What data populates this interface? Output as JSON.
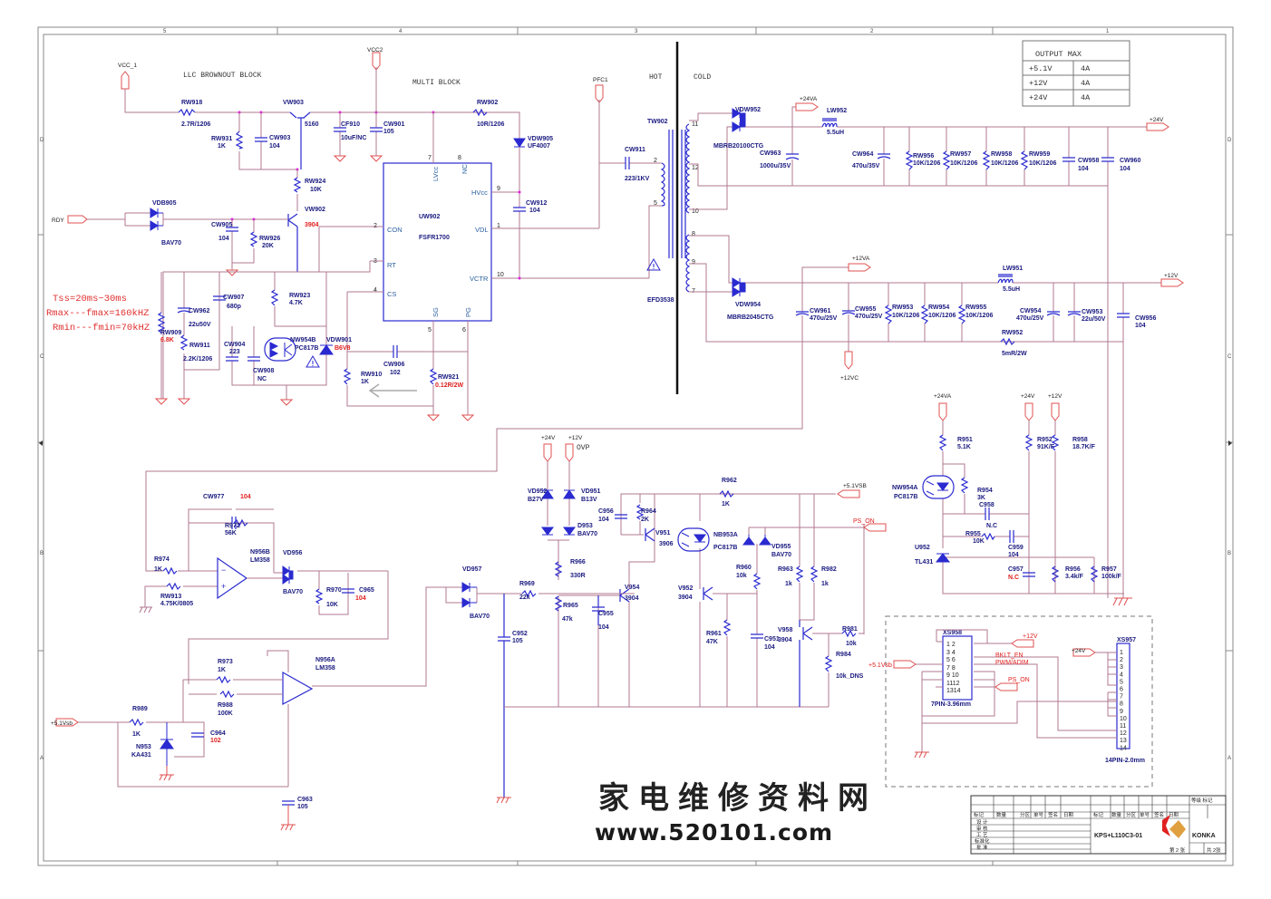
{
  "frame": {
    "columns": [
      "5",
      "4",
      "3",
      "2",
      "1"
    ],
    "rows": [
      "D",
      "C",
      "B",
      "A"
    ]
  },
  "blocks": {
    "llc_brownout": "LLC BROWNOUT BLOCK",
    "multi": "MULTI BLOCK",
    "hot": "HOT",
    "cold": "COLD",
    "ovp": "OVP"
  },
  "notes": {
    "tss": "Tss=20ms~30ms",
    "rmax": "Rmax---fmax=160kHZ",
    "rmin": "Rmin---fmin=70kHZ"
  },
  "output_table": {
    "title": "OUTPUT MAX",
    "rows": [
      {
        "rail": "+5.1V",
        "current": "4A"
      },
      {
        "rail": "+12V",
        "current": "4A"
      },
      {
        "rail": "+24V",
        "current": "4A"
      }
    ]
  },
  "nets": {
    "vcc1": "VCC_1",
    "vcc2": "VCC2",
    "pfc1": "PFC1",
    "rdy": "RDY",
    "p24va": "+24VA",
    "p24v": "+24V",
    "p12va": "+12VA",
    "p12v": "+12V",
    "p12vc": "+12VC",
    "p51vsb": "+5.1VSB",
    "p51vsb2": "+5.1Vsb",
    "ps_on": "PS_ON",
    "bklt_en": "BKLT_EN",
    "pwm_adim": "PWM/ADIM"
  },
  "ic": {
    "ref": "UW902",
    "part": "FSFR1700",
    "pins": {
      "con": "CON",
      "rt": "RT",
      "cs": "CS",
      "lvcc": "LVcc",
      "nc": "NC",
      "hvcc": "HVcc",
      "vdl": "VDL",
      "vctr": "VCTR",
      "sg": "SG",
      "pg": "PG"
    },
    "pin_numbers": {
      "con": "2",
      "rt": "3",
      "cs": "4",
      "lvcc": "7",
      "nc": "8",
      "hvcc": "9",
      "vdl": "1",
      "vctr": "10",
      "sg": "5",
      "pg": "6"
    }
  },
  "transformer": {
    "ref": "TW902",
    "part": "EFD3538",
    "pins": [
      "2",
      "5",
      "11",
      "12",
      "10",
      "8",
      "9",
      "7"
    ]
  },
  "components": {
    "rw918": {
      "ref": "RW918",
      "val": "2.7R/1206"
    },
    "vw903": {
      "ref": "VW903",
      "val": "5160"
    },
    "rw931": {
      "ref": "RW931",
      "val": "1K"
    },
    "cw903": {
      "ref": "CW903",
      "val": "104"
    },
    "cf910": {
      "ref": "CF910",
      "val": "10uF/NC"
    },
    "cw901": {
      "ref": "CW901",
      "val": "105"
    },
    "rw924": {
      "ref": "RW924",
      "val": "10K"
    },
    "vdb905": {
      "ref": "VDB905",
      "val": "BAV70"
    },
    "vw902": {
      "ref": "VW902",
      "val": "3904"
    },
    "cw905": {
      "ref": "CW905",
      "val": "104"
    },
    "rw926": {
      "ref": "RW926",
      "val": "20K"
    },
    "rw902": {
      "ref": "RW902",
      "val": "10R/1206"
    },
    "vdw905": {
      "ref": "VDW905",
      "val": "UF4007"
    },
    "cw912": {
      "ref": "CW912",
      "val": "104"
    },
    "cw911": {
      "ref": "CW911",
      "val": "223/1KV"
    },
    "cw962": {
      "ref": "CW962",
      "val": "22u50V"
    },
    "cw907": {
      "ref": "CW907",
      "val": "680p"
    },
    "rw923": {
      "ref": "RW923",
      "val": "4.7K"
    },
    "rw909": {
      "ref": "RW909",
      "val": "6.8K"
    },
    "rw911": {
      "ref": "RW911",
      "val": "2.2K/1206"
    },
    "cw904": {
      "ref": "CW904",
      "val": "223"
    },
    "cw908": {
      "ref": "CW908",
      "val": "NC"
    },
    "nw954b": {
      "ref": "NW954B",
      "val": "PC817B"
    },
    "vdw901": {
      "ref": "VDW901",
      "val": "B6V8"
    },
    "cw906": {
      "ref": "CW906",
      "val": "102"
    },
    "rw910": {
      "ref": "RW910",
      "val": "1K"
    },
    "rw921": {
      "ref": "RW921",
      "val": "0.12R/2W"
    },
    "vdw952": {
      "ref": "VDW952",
      "val": "MBRB20100CTG"
    },
    "lw952": {
      "ref": "LW952",
      "val": "5.5uH"
    },
    "cw963": {
      "ref": "CW963",
      "val": "1000u/35V"
    },
    "cw964": {
      "ref": "CW964",
      "val": "470u/35V"
    },
    "rw956": {
      "ref": "RW956",
      "val": "10K/1206"
    },
    "rw957": {
      "ref": "RW957",
      "val": "10K/1206"
    },
    "rw958": {
      "ref": "RW958",
      "val": "10K/1206"
    },
    "rw959": {
      "ref": "RW959",
      "val": "10K/1206"
    },
    "cw958": {
      "ref": "CW958",
      "val": "104"
    },
    "cw960": {
      "ref": "CW960",
      "val": "104"
    },
    "vdw954": {
      "ref": "VDW954",
      "val": "MBRB2045CTG"
    },
    "cw961": {
      "ref": "CW961",
      "val": "470u/25V"
    },
    "cw955": {
      "ref": "CW955",
      "val": "470u/25V"
    },
    "rw953": {
      "ref": "RW953",
      "val": "10K/1206"
    },
    "rw954": {
      "ref": "RW954",
      "val": "10K/1206"
    },
    "rw955": {
      "ref": "RW955",
      "val": "10K/1206"
    },
    "lw951": {
      "ref": "LW951",
      "val": "5.5uH"
    },
    "cw954": {
      "ref": "CW954",
      "val": "470u/25V"
    },
    "cw953": {
      "ref": "CW953",
      "val": "22u/50V"
    },
    "cw956": {
      "ref": "CW956",
      "val": "104"
    },
    "rw952": {
      "ref": "RW952",
      "val": "5mR/2W"
    },
    "r951": {
      "ref": "R951",
      "val": "5.1K"
    },
    "r952": {
      "ref": "R952",
      "val": "91K/F"
    },
    "r958": {
      "ref": "R958",
      "val": "18.7K/F"
    },
    "nw954a": {
      "ref": "NW954A",
      "val": "PC817B"
    },
    "r954": {
      "ref": "R954",
      "val": "3K"
    },
    "c958": {
      "ref": "C958",
      "val": "N.C"
    },
    "r955": {
      "ref": "R955",
      "val": "10K"
    },
    "c959": {
      "ref": "C959",
      "val": "104"
    },
    "u952": {
      "ref": "U952",
      "val": "TL431"
    },
    "c957": {
      "ref": "C957",
      "val": "N.C"
    },
    "r956": {
      "ref": "R956",
      "val": "3.4k/F"
    },
    "r957": {
      "ref": "R957",
      "val": "100k/F"
    },
    "cw977": {
      "ref": "CW977",
      "val": "104"
    },
    "r972": {
      "ref": "R972",
      "val": "56K"
    },
    "r974": {
      "ref": "R974",
      "val": "1K"
    },
    "rw913": {
      "ref": "RW913",
      "val": "4.75K/0805"
    },
    "n956b": {
      "ref": "N956B",
      "val": "LM358"
    },
    "vd956": {
      "ref": "VD956",
      "val": "BAV70"
    },
    "r970": {
      "ref": "R970",
      "val": "10K"
    },
    "c965": {
      "ref": "C965",
      "val": "104"
    },
    "n956a": {
      "ref": "N956A",
      "val": "LM358"
    },
    "r973": {
      "ref": "R973",
      "val": "1K"
    },
    "r988": {
      "ref": "R988",
      "val": "100K"
    },
    "r989": {
      "ref": "R989",
      "val": "1K"
    },
    "n953": {
      "ref": "N953",
      "val": "KA431"
    },
    "c964": {
      "ref": "C964",
      "val": "102"
    },
    "c963": {
      "ref": "C963",
      "val": "105"
    },
    "vd952": {
      "ref": "VD952",
      "val": "B27V"
    },
    "vd951": {
      "ref": "VD951",
      "val": "B13V"
    },
    "d953": {
      "ref": "D953",
      "val": "BAV70"
    },
    "c956": {
      "ref": "C956",
      "val": "104"
    },
    "r964": {
      "ref": "R964",
      "val": "2K"
    },
    "v951": {
      "ref": "V951",
      "val": "3906"
    },
    "r966": {
      "ref": "R966",
      "val": "330R"
    },
    "vd957": {
      "ref": "VD957",
      "val": "BAV70"
    },
    "r969": {
      "ref": "R969",
      "val": "22k"
    },
    "r965": {
      "ref": "R965",
      "val": "47k"
    },
    "v954": {
      "ref": "V954",
      "val": "3904"
    },
    "c955": {
      "ref": "C955",
      "val": "104"
    },
    "c952": {
      "ref": "C952",
      "val": "105"
    },
    "r962": {
      "ref": "R962",
      "val": "1K"
    },
    "nb953a": {
      "ref": "NB953A",
      "val": "PC817B"
    },
    "vd955": {
      "ref": "VD955",
      "val": "BAV70"
    },
    "r960": {
      "ref": "R960",
      "val": "10k"
    },
    "r963": {
      "ref": "R963",
      "val": "1k"
    },
    "r982": {
      "ref": "R982",
      "val": "1k"
    },
    "v952": {
      "ref": "V952",
      "val": "3904"
    },
    "r961": {
      "ref": "R961",
      "val": "47K"
    },
    "c951": {
      "ref": "C951",
      "val": "104"
    },
    "v958": {
      "ref": "V958",
      "val": "3904"
    },
    "r981": {
      "ref": "R981",
      "val": "10k"
    },
    "r984": {
      "ref": "R984",
      "val": "10k_DNS"
    }
  },
  "connectors": {
    "xs958": {
      "ref": "XS958",
      "val": "7PIN-3.96mm",
      "pins": [
        "1  2",
        "3  4",
        "5  6",
        "7  8",
        "9 10",
        "1112",
        "1314"
      ]
    },
    "xs957": {
      "ref": "XS957",
      "val": "14PIN-2.0mm",
      "pins": [
        "1",
        "2",
        "3",
        "4",
        "5",
        "6",
        "7",
        "8",
        "9",
        "10",
        "11",
        "12",
        "13",
        "14"
      ]
    }
  },
  "title_block": {
    "model": "KPS+L110C3-01",
    "brand": "KONKA",
    "headers_left": [
      "标记",
      "数量",
      "分区",
      "单号",
      "签名",
      "日期"
    ],
    "headers_right": [
      "标记",
      "数量",
      "分区",
      "单号",
      "签名",
      "日期"
    ],
    "roles": [
      "设 计",
      "审 核",
      "工 艺",
      "标准化",
      "批 准"
    ],
    "stage_label": "等级 标记",
    "sheet": "第 2 张",
    "total": "共 2张",
    "brand_colors": {
      "red": "#e02020",
      "gold": "#e0a040"
    }
  },
  "watermark": {
    "line1": "家电维修资料网",
    "line2": "www.520101.com"
  }
}
